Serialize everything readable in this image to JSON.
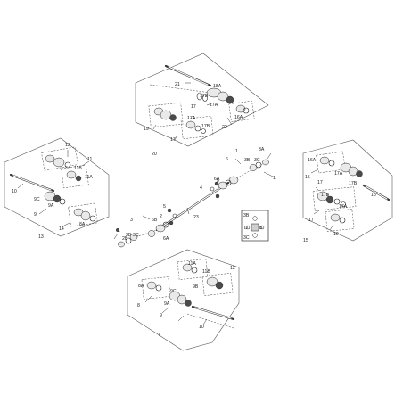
{
  "diagram": {
    "labels": {
      "top_group": [
        "21",
        "18A",
        "17A",
        "17B",
        "17",
        "19",
        "16A",
        "17A",
        "17B",
        "17",
        "22",
        "20"
      ],
      "center": [
        "1",
        "3A",
        "6",
        "3B",
        "3C",
        "5",
        "6A",
        "4",
        "23",
        "5",
        "2",
        "6B",
        "6A",
        "3",
        "3C",
        "3B",
        "2B",
        "1",
        "1"
      ],
      "left_group": [
        "12",
        "11",
        "11B",
        "11A",
        "10",
        "9C",
        "9A",
        "9",
        "8A",
        "14",
        "13"
      ],
      "right_group": [
        "16A",
        "17A",
        "17B",
        "15",
        "17",
        "18",
        "17B",
        "17A",
        "17",
        "19",
        "15"
      ],
      "bottom_group": [
        "11A",
        "11B",
        "12",
        "8A",
        "9B",
        "9C",
        "8",
        "9",
        "9A",
        "10",
        "7"
      ],
      "inset": [
        "3B",
        "3C",
        "D",
        "B"
      ]
    }
  }
}
